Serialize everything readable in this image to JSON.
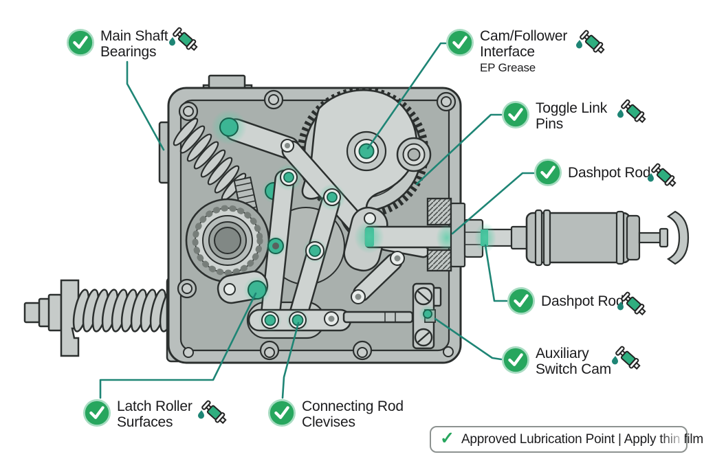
{
  "labels": [
    {
      "line1": "Main Shaft",
      "line2": "Bearings"
    },
    {
      "line1": "Cam/Follower",
      "line2": "Interface",
      "sub": "EP Grease"
    },
    {
      "line1": "Toggle Link",
      "line2": "Pins"
    },
    {
      "line1": "Dashpot Rod"
    },
    {
      "line1": "Dashpot Rod"
    },
    {
      "line1": "Auxiliary",
      "line2": "Switch Cam"
    },
    {
      "line1": "Latch Roller",
      "line2": "Surfaces"
    },
    {
      "line1": "Connecting Rod",
      "line2": "Clevises"
    }
  ],
  "legend": {
    "check": "✓",
    "text": "Approved Lubrication Point | Apply thin film"
  },
  "icons": {
    "badge": "check-circle",
    "applicator": "grease-gun-with-drip"
  },
  "colors": {
    "check_green": "#27a65e",
    "leader_teal": "#1e8575",
    "pin_teal": "#3cb694",
    "housing_gray": "#b9bfbd",
    "panel_gray": "#a9b0ad",
    "outline": "#2b2f2e"
  }
}
